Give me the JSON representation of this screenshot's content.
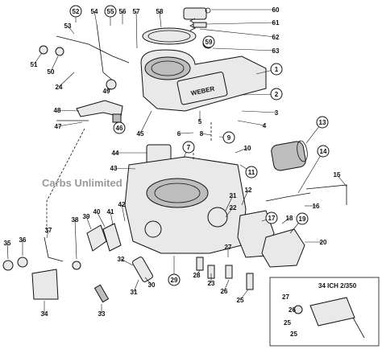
{
  "watermark": "Carbs Unlimited",
  "inset_caption": "34 ICH 2/350",
  "part_labels": [
    {
      "id": "1",
      "circled": true
    },
    {
      "id": "2",
      "circled": true
    },
    {
      "id": "3",
      "circled": false
    },
    {
      "id": "4",
      "circled": false
    },
    {
      "id": "5",
      "circled": false
    },
    {
      "id": "6",
      "circled": false
    },
    {
      "id": "7",
      "circled": true
    },
    {
      "id": "8",
      "circled": false
    },
    {
      "id": "9",
      "circled": true
    },
    {
      "id": "10",
      "circled": false
    },
    {
      "id": "11",
      "circled": true
    },
    {
      "id": "12",
      "circled": false
    },
    {
      "id": "13",
      "circled": true
    },
    {
      "id": "14",
      "circled": true
    },
    {
      "id": "15",
      "circled": false
    },
    {
      "id": "16",
      "circled": false
    },
    {
      "id": "17",
      "circled": true
    },
    {
      "id": "18",
      "circled": false
    },
    {
      "id": "19",
      "circled": true
    },
    {
      "id": "20",
      "circled": false
    },
    {
      "id": "21",
      "circled": false
    },
    {
      "id": "22",
      "circled": false
    },
    {
      "id": "23",
      "circled": false
    },
    {
      "id": "24",
      "circled": false
    },
    {
      "id": "25",
      "circled": false
    },
    {
      "id": "26",
      "circled": false
    },
    {
      "id": "27",
      "circled": false
    },
    {
      "id": "28",
      "circled": false
    },
    {
      "id": "29",
      "circled": true
    },
    {
      "id": "30",
      "circled": false
    },
    {
      "id": "31",
      "circled": false
    },
    {
      "id": "32",
      "circled": false
    },
    {
      "id": "33",
      "circled": false
    },
    {
      "id": "34",
      "circled": false
    },
    {
      "id": "35",
      "circled": false
    },
    {
      "id": "36",
      "circled": false
    },
    {
      "id": "37",
      "circled": false
    },
    {
      "id": "38",
      "circled": false
    },
    {
      "id": "39",
      "circled": false
    },
    {
      "id": "40",
      "circled": false
    },
    {
      "id": "41",
      "circled": false
    },
    {
      "id": "42",
      "circled": false
    },
    {
      "id": "43",
      "circled": false
    },
    {
      "id": "44",
      "circled": false
    },
    {
      "id": "45",
      "circled": false
    },
    {
      "id": "46",
      "circled": true
    },
    {
      "id": "47",
      "circled": false
    },
    {
      "id": "48",
      "circled": false
    },
    {
      "id": "49",
      "circled": false
    },
    {
      "id": "50",
      "circled": false
    },
    {
      "id": "51",
      "circled": false
    },
    {
      "id": "52",
      "circled": true
    },
    {
      "id": "53",
      "circled": false
    },
    {
      "id": "54",
      "circled": false
    },
    {
      "id": "55",
      "circled": true
    },
    {
      "id": "56",
      "circled": false
    },
    {
      "id": "57",
      "circled": false
    },
    {
      "id": "58",
      "circled": false
    },
    {
      "id": "59",
      "circled": true
    },
    {
      "id": "60",
      "circled": false
    },
    {
      "id": "61",
      "circled": false
    },
    {
      "id": "62",
      "circled": false
    },
    {
      "id": "63",
      "circled": false
    }
  ],
  "inset_labels": [
    "27",
    "26",
    "25",
    "25"
  ],
  "brand_mark": "WEBER"
}
